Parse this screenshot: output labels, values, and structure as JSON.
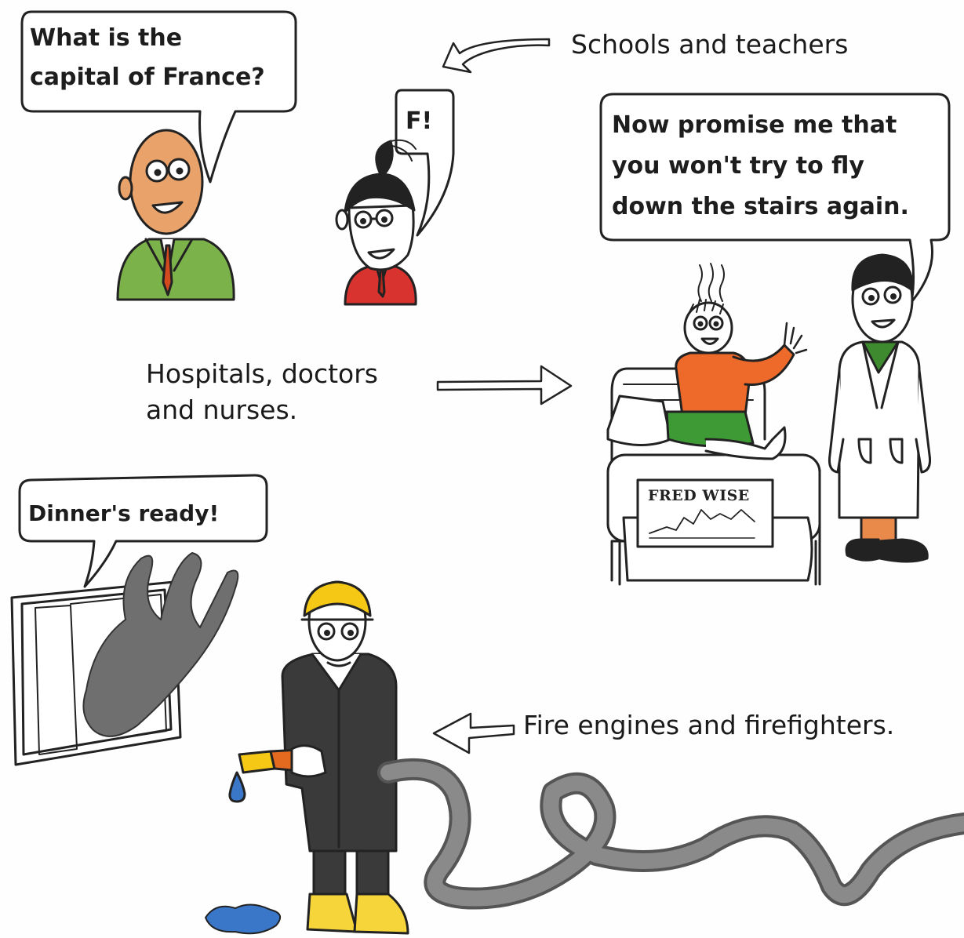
{
  "captions": {
    "schools": "Schools and teachers",
    "hospitals_line1": "Hospitals, doctors",
    "hospitals_line2": "and nurses.",
    "fire": "Fire engines and firefighters."
  },
  "bubbles": {
    "teacher": [
      "What is the",
      "capital of France?"
    ],
    "student": "F!",
    "doctor": [
      "Now promise me that",
      "you won't try to fly",
      "down the stairs again."
    ],
    "dinner": "Dinner's ready!"
  },
  "patient_chart": "FRED WISE",
  "colors": {
    "teacher_skin": "#e9a26a",
    "teacher_jacket": "#7cb24a",
    "student_jumper": "#d8332e",
    "patient_shirt": "#ee6a2a",
    "patient_shorts": "#3e9a35",
    "doctor_tie_shirt": "#3e8a2e",
    "doctor_trousers": "#e98a4a",
    "helmet": "#f5c815",
    "boots": "#f5d53a",
    "firefighter_suit": "#3a3a3a",
    "hose": "#7a7a7a",
    "water": "#3a77c9",
    "smoke": "#6f6f6f"
  }
}
